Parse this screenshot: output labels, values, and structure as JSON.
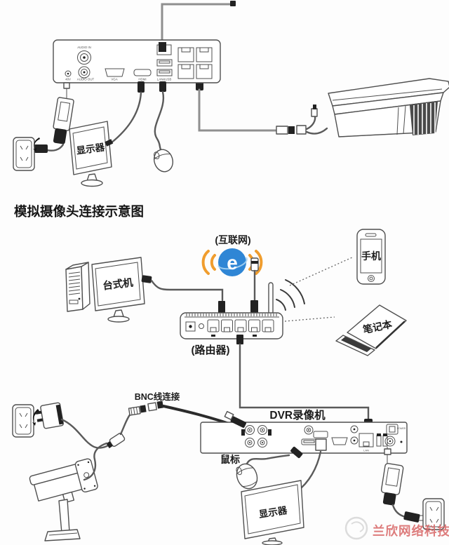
{
  "title": "模拟摄像头连接示意图",
  "top_section": {
    "monitor_label": "显示器",
    "nvr_ports": {
      "audio_in": "AUDIO IN",
      "audio_out": "AUDIO OUT",
      "power": "48V",
      "vga": "VGA",
      "hdmi": "HDMI",
      "lan_usb": "LAN&USB"
    }
  },
  "bottom_section": {
    "internet_label": "(互联网)",
    "internet_glyph": "e",
    "phone_label": "手机",
    "desktop_label": "台式机",
    "laptop_label": "笔记本",
    "router_label": "(路由器)",
    "bnc_label": "BNC线连接",
    "dvr_label": "DVR录像机",
    "mouse_label": "鼠标",
    "monitor_label": "显示器",
    "dvr_ports": {
      "lan": "LAN",
      "power": "POWER"
    }
  },
  "watermark": {
    "text": "兰欣网络科技",
    "color": "#d96a6a"
  },
  "colors": {
    "line": "#4f4f4f",
    "cable_grey": "#8f8f8f",
    "internet_blue": "#2f86d5",
    "wifi_orange": "#f09d2e",
    "watermark_red": "#d96a6a"
  }
}
